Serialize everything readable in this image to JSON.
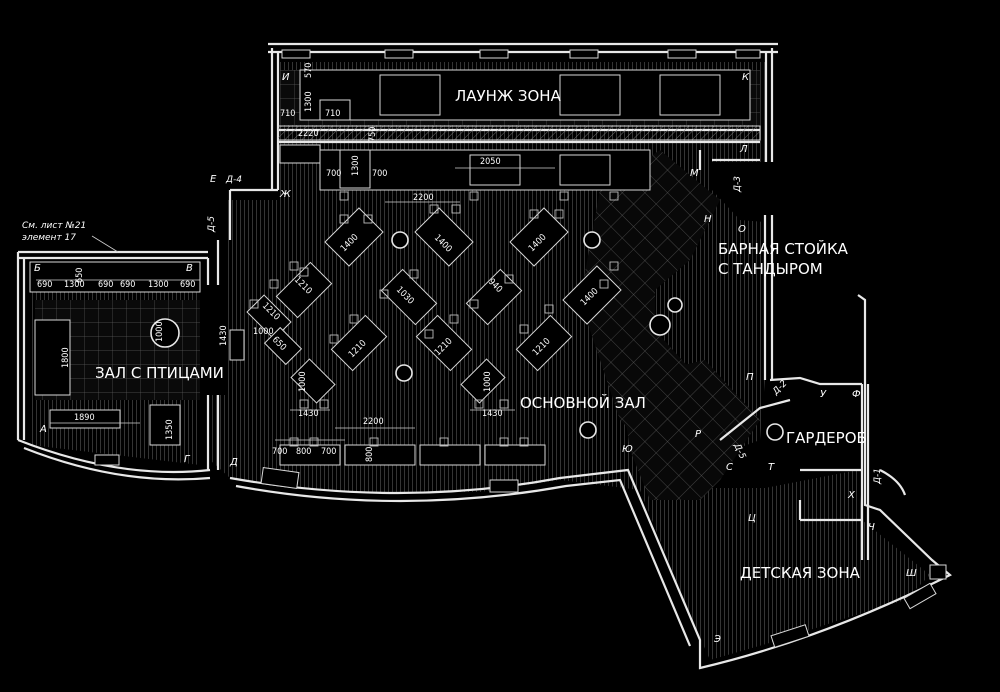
{
  "rooms": {
    "lounge": "ЛАУНЖ ЗОНА",
    "bar_line1": "БАРНАЯ СТОЙКА",
    "bar_line2": "С ТАНДЫРОМ",
    "birds_hall": "ЗАЛ С ПТИЦАМИ",
    "main_hall": "ОСНОВНОЙ ЗАЛ",
    "wardrobe": "ГАРДЕРОБ",
    "kids": "ДЕТСКАЯ ЗОНА"
  },
  "note": {
    "line1": "См. лист №21",
    "line2": "элемент 17"
  },
  "points": {
    "A": "А",
    "B": "Б",
    "V": "В",
    "G": "Г",
    "D": "Д",
    "E": "Е",
    "Zh": "Ж",
    "I": "И",
    "K": "К",
    "L": "Л",
    "M": "М",
    "N": "Н",
    "O": "О",
    "P": "П",
    "R": "Р",
    "S": "С",
    "T": "Т",
    "U": "У",
    "F": "Ф",
    "Kh": "Х",
    "Ts": "Ц",
    "Ch": "Ч",
    "Sh": "Ш",
    "E2": "Э",
    "Yu": "Ю"
  },
  "doors": {
    "d1": "Д-1",
    "d2": "Д-2",
    "d3": "Д-3",
    "d4": "Д-4",
    "d5a": "Д-5",
    "d5b": "Д-5"
  },
  "dims": {
    "lounge_570": "570",
    "lounge_1300": "1300",
    "lounge_710a": "710",
    "lounge_710b": "710",
    "lounge_2220": "2220",
    "lounge_750": "750",
    "bank_700a": "700",
    "bank_1300": "1300",
    "bank_700b": "700",
    "bank_2050": "2050",
    "main_2200_top": "2200",
    "birds_690a": "690",
    "birds_1300a": "1300",
    "birds_690b": "690",
    "birds_690c": "690",
    "birds_1300b": "1300",
    "birds_690d": "690",
    "birds_650": "650",
    "birds_1800": "1800",
    "birds_1000": "1000",
    "birds_1890": "1890",
    "birds_1350": "1350",
    "t_1400a": "1400",
    "t_1400b": "1400",
    "t_1400c": "1400",
    "t_1400d": "1400",
    "t_1210a": "1210",
    "t_1030": "1030",
    "t_940": "940",
    "t_1210b": "1210",
    "t_1210c": "1210",
    "t_1210d": "1210",
    "t_1210e": "1210",
    "t_1430a": "1430",
    "t_1000a": "1000",
    "t_650": "650",
    "t_1000b": "1000",
    "t_1000c": "1000",
    "t_1430b": "1430",
    "t_1430c": "1430",
    "bottom_2200": "2200",
    "bottom_700a": "700",
    "bottom_800": "800",
    "bottom_700b": "700",
    "bottom_800b": "800"
  }
}
